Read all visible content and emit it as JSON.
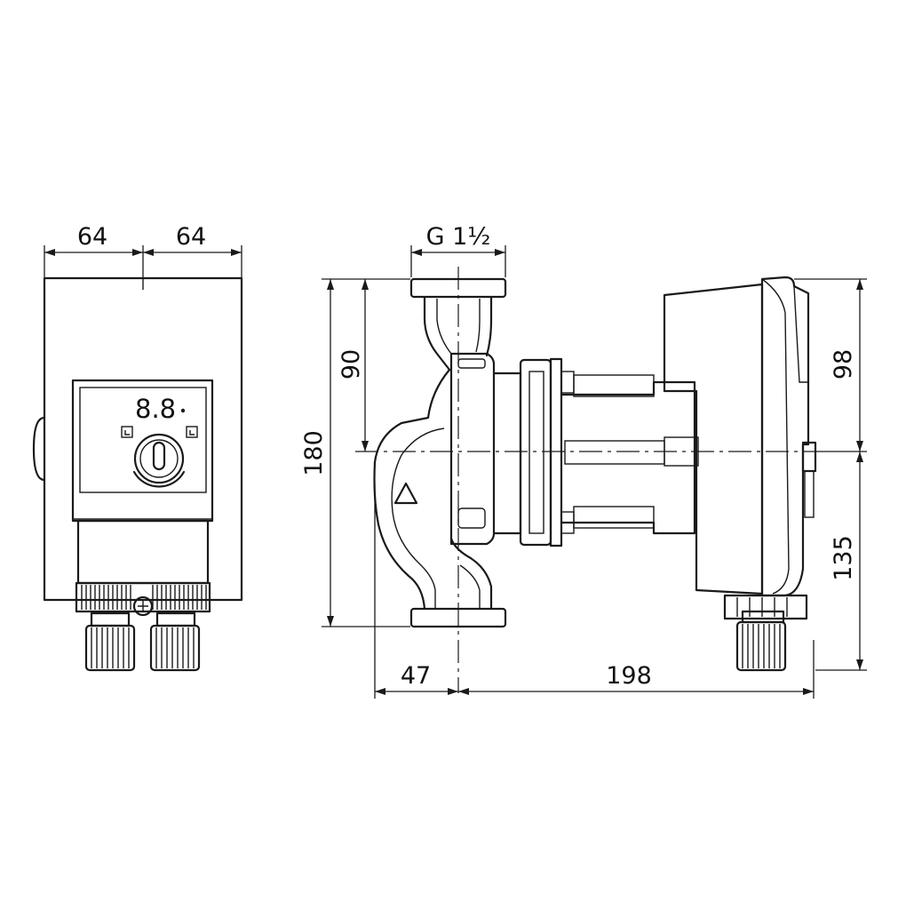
{
  "display": {
    "digits": "8.8"
  },
  "dimensions": {
    "front_width_left": "64",
    "front_width_right": "64",
    "connection_thread": "G 1½",
    "overall_height": "180",
    "pipe_axis_to_top": "90",
    "motor_top_offset": "98",
    "motor_bottom_offset": "135",
    "flange_to_axis": "47",
    "axis_to_back": "198"
  },
  "icons": [
    "speed-knob-icon",
    "mode-left-icon",
    "mode-right-icon",
    "flow-direction-arrow-icon",
    "cable-gland-icon"
  ],
  "colors": {
    "line": "#1a1a1a",
    "background": "#ffffff"
  }
}
